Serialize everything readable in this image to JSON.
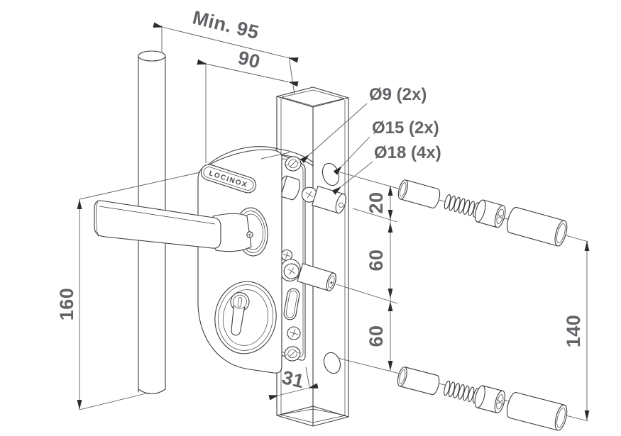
{
  "drawing": {
    "brand": "LOCINOX",
    "dimensions": {
      "min_mounting_width": "Min. 95",
      "body_width": "90",
      "body_height": "160",
      "hole_spacing_top": "20",
      "hole_spacing_middle": "60",
      "hole_spacing_bottom": "60",
      "fixation_span": "140",
      "profile_depth": "31"
    },
    "hole_labels": {
      "dia_9": "Ø9 (2x)",
      "dia_15": "Ø15 (2x)",
      "dia_18": "Ø18 (4x)"
    },
    "colors": {
      "line": "#3a3b3d",
      "dim_line": "#5b5c5e",
      "text": "#626366",
      "arrow": "#2b2b2d",
      "background": "#ffffff"
    }
  }
}
